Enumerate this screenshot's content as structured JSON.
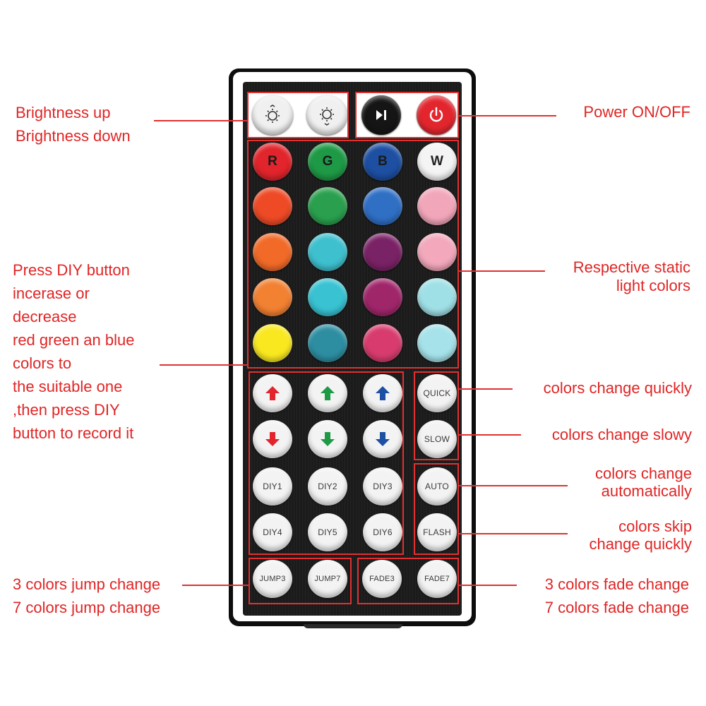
{
  "remote": {
    "top_buttons": {
      "brightness_up_icon": "sun-up-icon",
      "brightness_down_icon": "sun-down-icon",
      "play_pause_icon": "play-pause-icon",
      "power_icon": "power-icon"
    },
    "color_letters": [
      "R",
      "G",
      "B",
      "W"
    ],
    "color_rows": [
      [
        "#e2242c",
        "#1e9a46",
        "#1d4fa2",
        "#f4f4f4"
      ],
      [
        "#ee4a26",
        "#2aa04e",
        "#2f6fc4",
        "#f2a6ba"
      ],
      [
        "#f26a28",
        "#3ec0cf",
        "#7a2266",
        "#f3a8bc"
      ],
      [
        "#f38132",
        "#38c2d2",
        "#a0266a",
        "#9fe0e6"
      ],
      [
        "#f9e820",
        "#2d8ea2",
        "#d83c6e",
        "#a6e2ea"
      ]
    ],
    "arrow_colors": [
      "#e2242c",
      "#1e9a46",
      "#1d4fa2"
    ],
    "diy_buttons": [
      "DIY1",
      "DIY2",
      "DIY3",
      "DIY4",
      "DIY5",
      "DIY6"
    ],
    "mode_buttons": [
      "QUICK",
      "SLOW",
      "AUTO",
      "FLASH"
    ],
    "bottom_buttons": [
      "JUMP3",
      "JUMP7",
      "FADE3",
      "FADE7"
    ]
  },
  "labels": {
    "brightness": "Brightness up\nBrightness down",
    "power": "Power ON/OFF",
    "static_colors": "Respective static\nlight colors",
    "diy": "Press DIY button\nincerase or\ndecrease\nred green an blue\ncolors to\nthe suitable one\n,then press DIY\nbutton to record it",
    "quick": "colors change quickly",
    "slow": "colors change slowy",
    "auto": "colors change\nautomatically",
    "flash": "colors skip\nchange quickly",
    "jump": "3 colors jump change\n7 colors jump change",
    "fade": "3 colors fade change\n7 colors fade change"
  }
}
